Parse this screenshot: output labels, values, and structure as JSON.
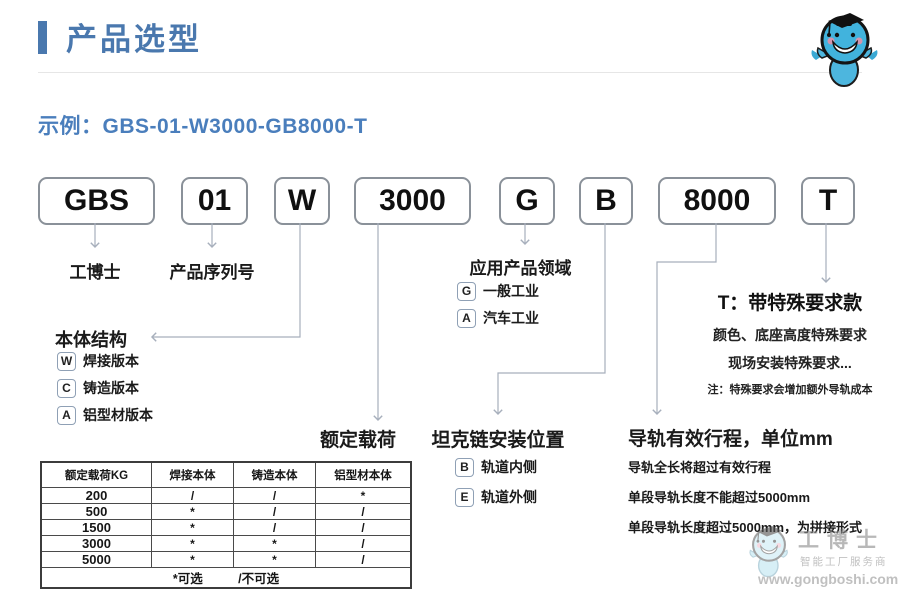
{
  "page": {
    "title": "产品选型",
    "example_label": "示例：",
    "example_code": "GBS-01-W3000-GB8000-T"
  },
  "code_boxes": [
    {
      "text": "GBS"
    },
    {
      "text": "01"
    },
    {
      "text": "W"
    },
    {
      "text": "3000"
    },
    {
      "text": "G"
    },
    {
      "text": "B"
    },
    {
      "text": "8000"
    },
    {
      "text": "T"
    }
  ],
  "annotations": {
    "brand": "工博士",
    "serial": "产品序列号",
    "body_structure": {
      "title": "本体结构",
      "options": [
        {
          "code": "W",
          "label": "焊接版本"
        },
        {
          "code": "C",
          "label": "铸造版本"
        },
        {
          "code": "A",
          "label": "铝型材版本"
        }
      ]
    },
    "rated_load": "额定载荷",
    "application": {
      "title": "应用产品领域",
      "options": [
        {
          "code": "G",
          "label": "一般工业"
        },
        {
          "code": "A",
          "label": "汽车工业"
        }
      ]
    },
    "tank_chain": {
      "title": "坦克链安装位置",
      "options": [
        {
          "code": "B",
          "label": "轨道内侧"
        },
        {
          "code": "E",
          "label": "轨道外侧"
        }
      ]
    },
    "rail_travel": {
      "title": "导轨有效行程，单位mm",
      "notes": [
        "导轨全长将超过有效行程",
        "单段导轨长度不能超过5000mm",
        "单段导轨长度超过5000mm，为拼接形式"
      ]
    },
    "special": {
      "title": "T：带特殊要求款",
      "lines": [
        "颜色、底座高度特殊要求",
        "现场安装特殊要求..."
      ],
      "note": "注：特殊要求会增加额外导轨成本"
    }
  },
  "load_table": {
    "headers": [
      "额定载荷KG",
      "焊接本体",
      "铸造本体",
      "铝型材本体"
    ],
    "rows": [
      [
        "200",
        "/",
        "/",
        "*"
      ],
      [
        "500",
        "*",
        "/",
        "/"
      ],
      [
        "1500",
        "*",
        "/",
        "/"
      ],
      [
        "3000",
        "*",
        "*",
        "/"
      ],
      [
        "5000",
        "*",
        "*",
        "/"
      ]
    ],
    "footer_optional": "*可选",
    "footer_not_optional": "/不可选"
  },
  "watermark": {
    "brand": "工博士",
    "tagline": "智能工厂服务商",
    "url": "www.gongboshi.com"
  },
  "colors": {
    "accent_blue": "#4a78ae",
    "example_blue": "#4a7ebc",
    "connector_gray": "#a7afbc",
    "mascot_blue": "#41b3dd"
  }
}
